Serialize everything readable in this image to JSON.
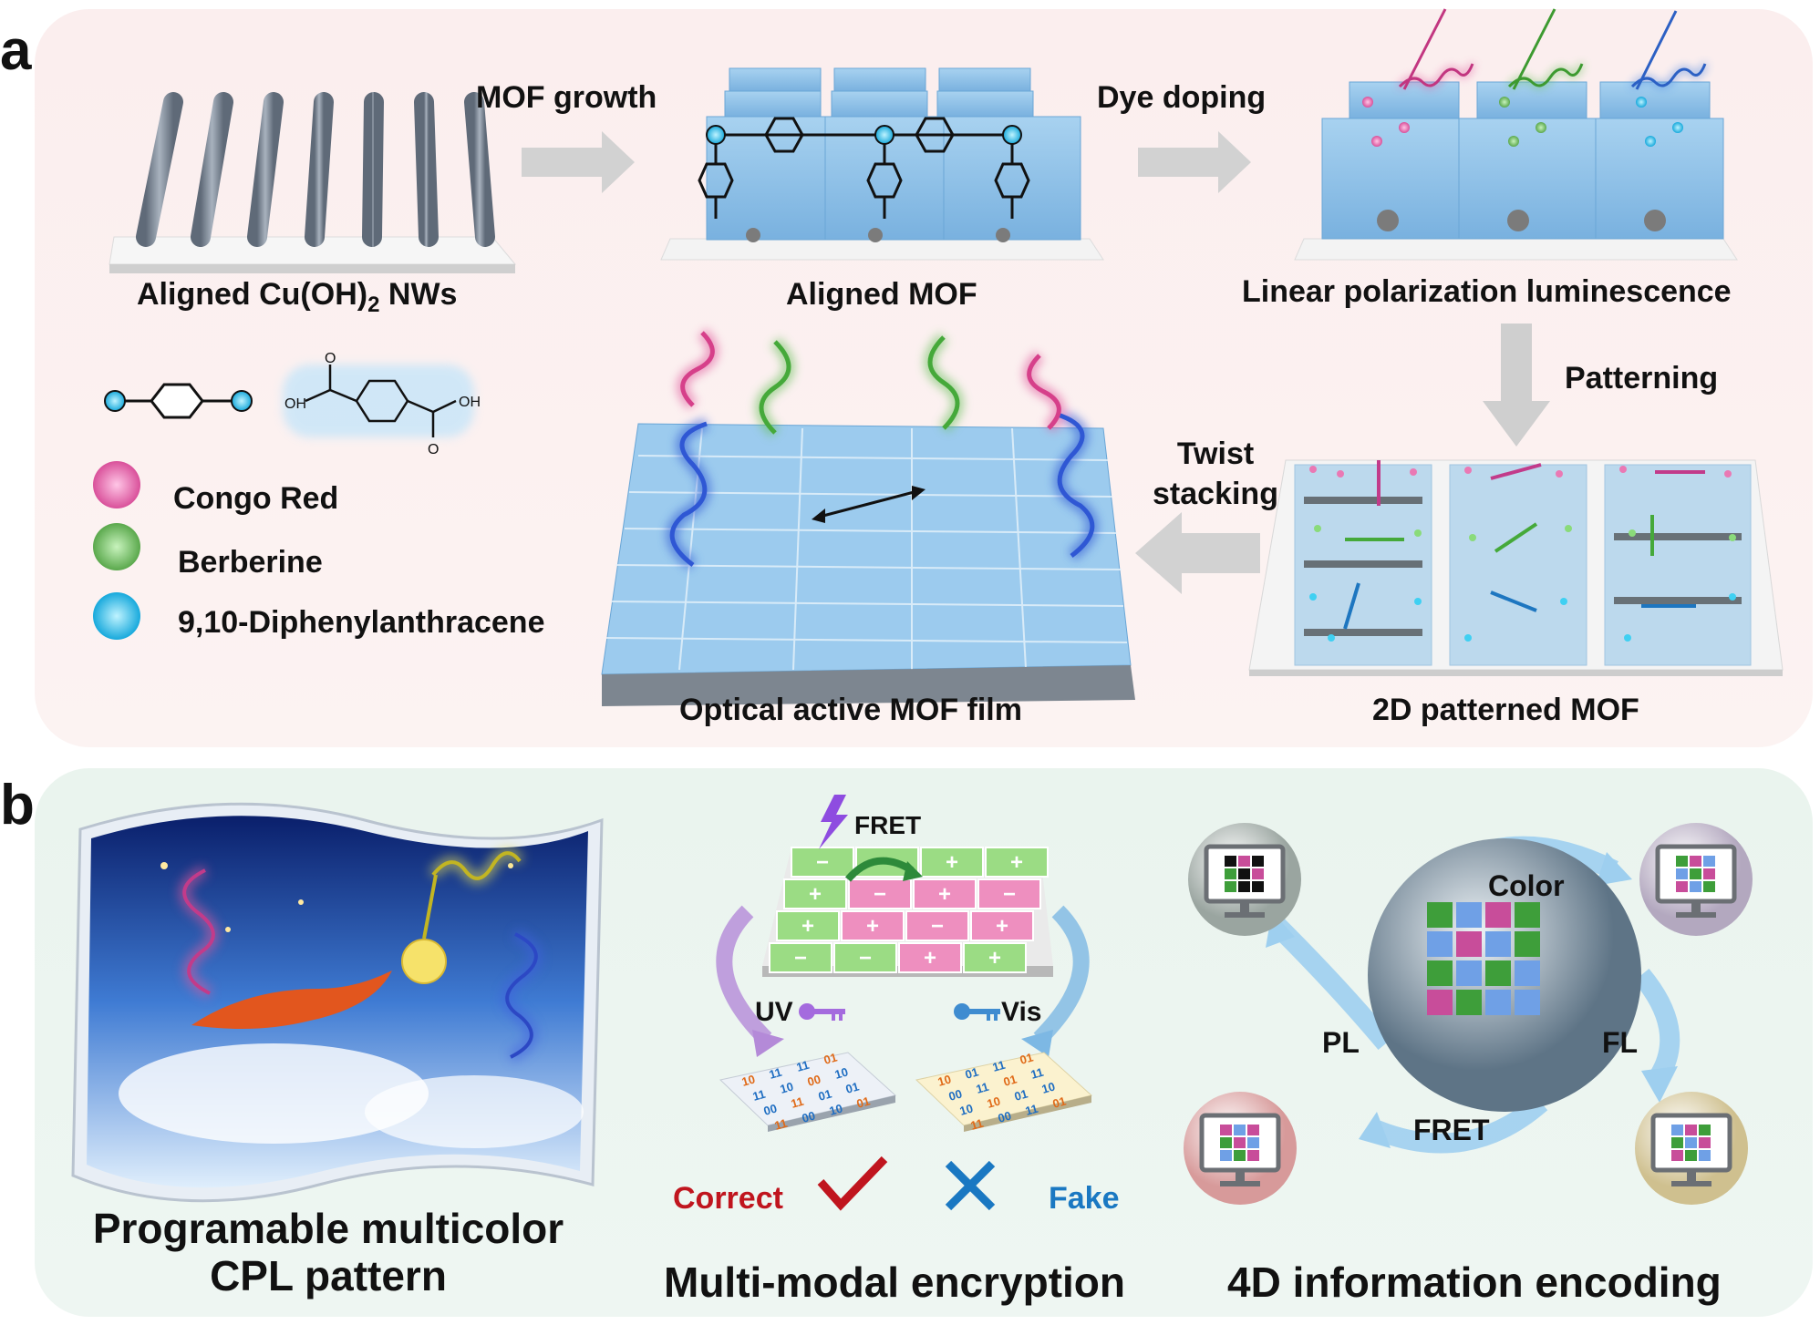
{
  "panels": {
    "a": {
      "letter": "a",
      "steps": {
        "nanowires": "Aligned Cu(OH)",
        "nanowires_sub": "2",
        "nanowires_tail": " NWs",
        "mof": "Aligned MOF",
        "lpl": "Linear polarization luminescence",
        "patterned": "2D patterned MOF",
        "optical": "Optical active MOF film"
      },
      "arrows": {
        "mof_growth": "MOF growth",
        "dye_doping": "Dye doping",
        "patterning": "Patterning",
        "twist_1": "Twist",
        "twist_2": "stacking"
      },
      "legend": {
        "oh_left": "OH",
        "oh_right": "OH",
        "o_top": "O",
        "o_bottom": "O",
        "congo_red": "Congo Red",
        "berberine": "Berberine",
        "dpa": "9,10-Diphenylanthracene"
      }
    },
    "b": {
      "letter": "b",
      "cpl": {
        "line1": "Programable multicolor",
        "line2": "CPL pattern"
      },
      "encryption": {
        "title": "Multi-modal encryption",
        "fret": "FRET",
        "uv": "UV",
        "vis": "Vis",
        "correct": "Correct",
        "fake": "Fake",
        "grid_signs": [
          "−",
          "−",
          "+",
          "+",
          "+",
          "−",
          "+",
          "−",
          "+",
          "+",
          "−",
          "+",
          "−",
          "−",
          "+",
          "+"
        ],
        "code_uv": [
          "10",
          "11",
          "11",
          "01",
          "11",
          "10",
          "00",
          "10",
          "00",
          "11",
          "01",
          "01",
          "11",
          "00",
          "10",
          "01"
        ],
        "code_vis": [
          "10",
          "01",
          "11",
          "01",
          "00",
          "11",
          "01",
          "11",
          "10",
          "10",
          "01",
          "10",
          "11",
          "00",
          "11",
          "01"
        ]
      },
      "encoding": {
        "title": "4D information encoding",
        "color": "Color",
        "pl": "PL",
        "fl": "FL",
        "fret": "FRET"
      }
    }
  },
  "colors": {
    "congo_red": "#e36aa8",
    "berberine": "#7ccd6e",
    "dpa": "#36c9ef",
    "mof_blue": "#8fc3e8",
    "correct": "#c0151e",
    "fake": "#1a78c2"
  }
}
